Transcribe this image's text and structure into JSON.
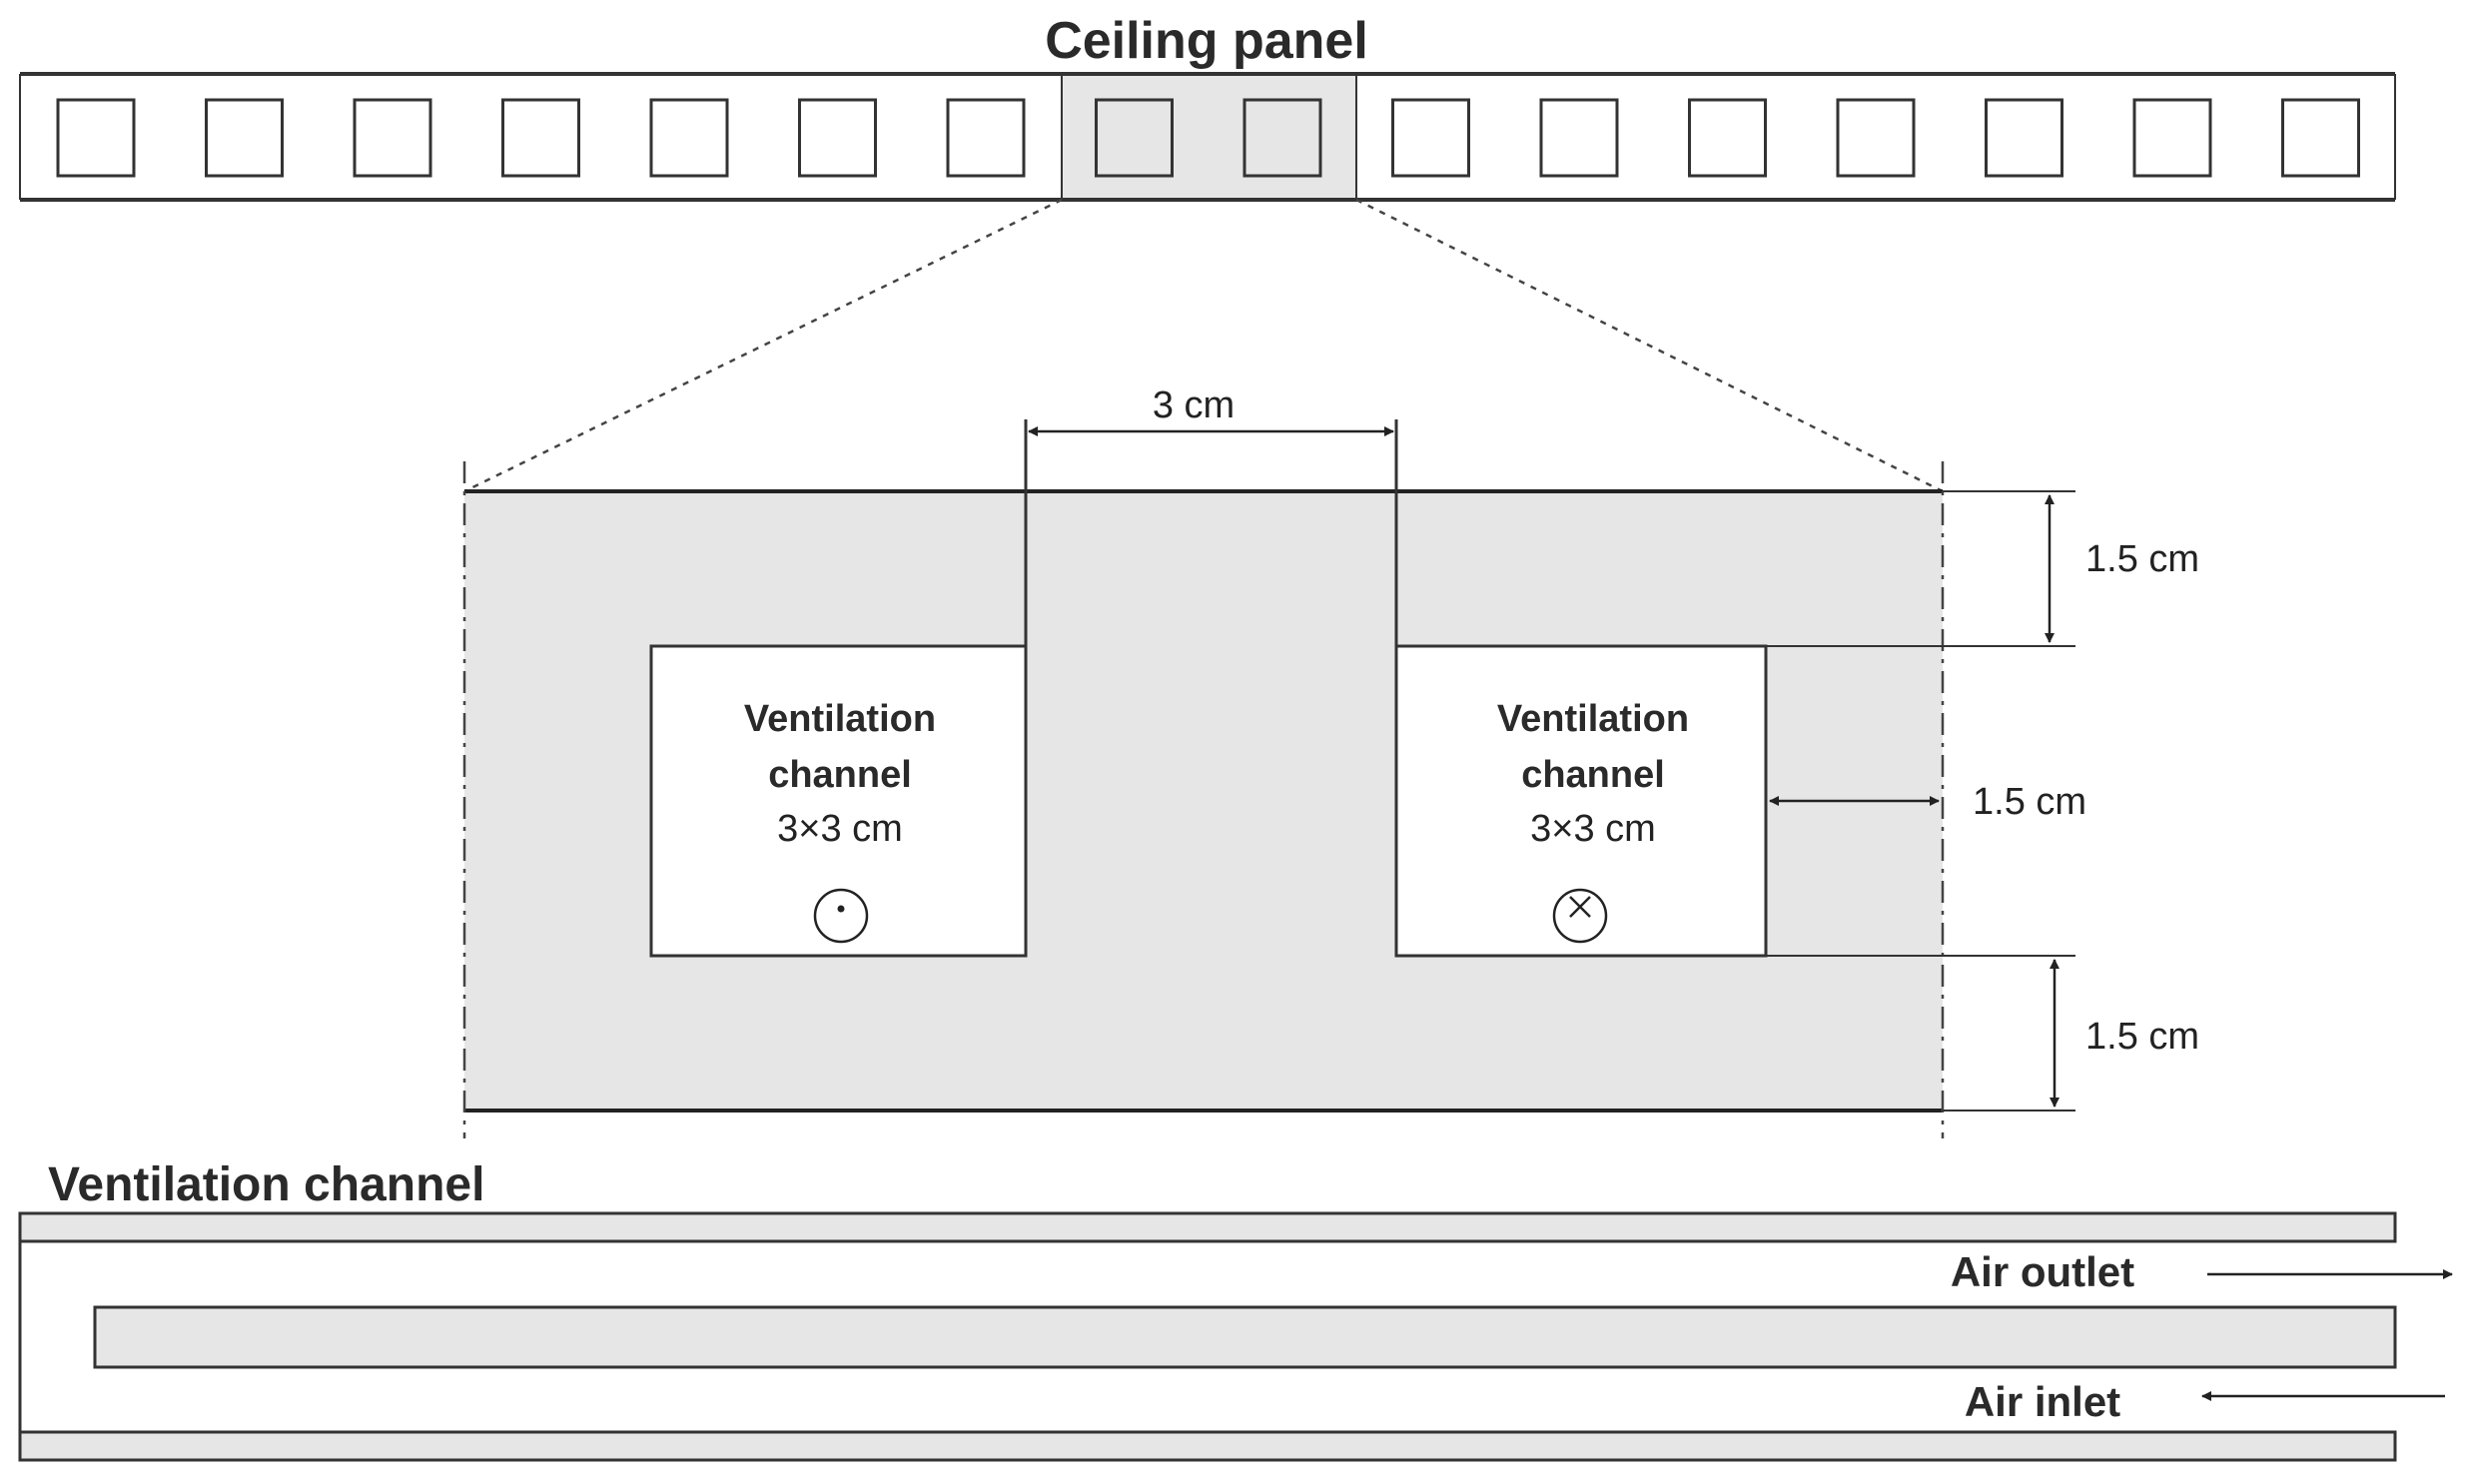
{
  "ceiling_panel": {
    "title": "Ceiling panel",
    "channel_count": 16,
    "highlighted_channels": [
      7,
      8
    ]
  },
  "cross_section": {
    "top_gap": "3 cm",
    "dim_top_depth": "1.5 cm",
    "dim_side_margin": "1.5 cm",
    "dim_bottom_depth": "1.5 cm",
    "left_channel": {
      "line1": "Ventilation",
      "line2": "channel",
      "size": "3×3 cm",
      "flow_symbol": "flow-out-of-page-icon"
    },
    "right_channel": {
      "line1": "Ventilation",
      "line2": "channel",
      "size": "3×3 cm",
      "flow_symbol": "flow-into-page-icon"
    }
  },
  "ventilation_channel": {
    "title": "Ventilation channel",
    "outlet_label": "Air outlet",
    "inlet_label": "Air inlet"
  },
  "colors": {
    "panel_fill": "#e6e6e6",
    "stroke": "#333333",
    "background": "#ffffff"
  }
}
